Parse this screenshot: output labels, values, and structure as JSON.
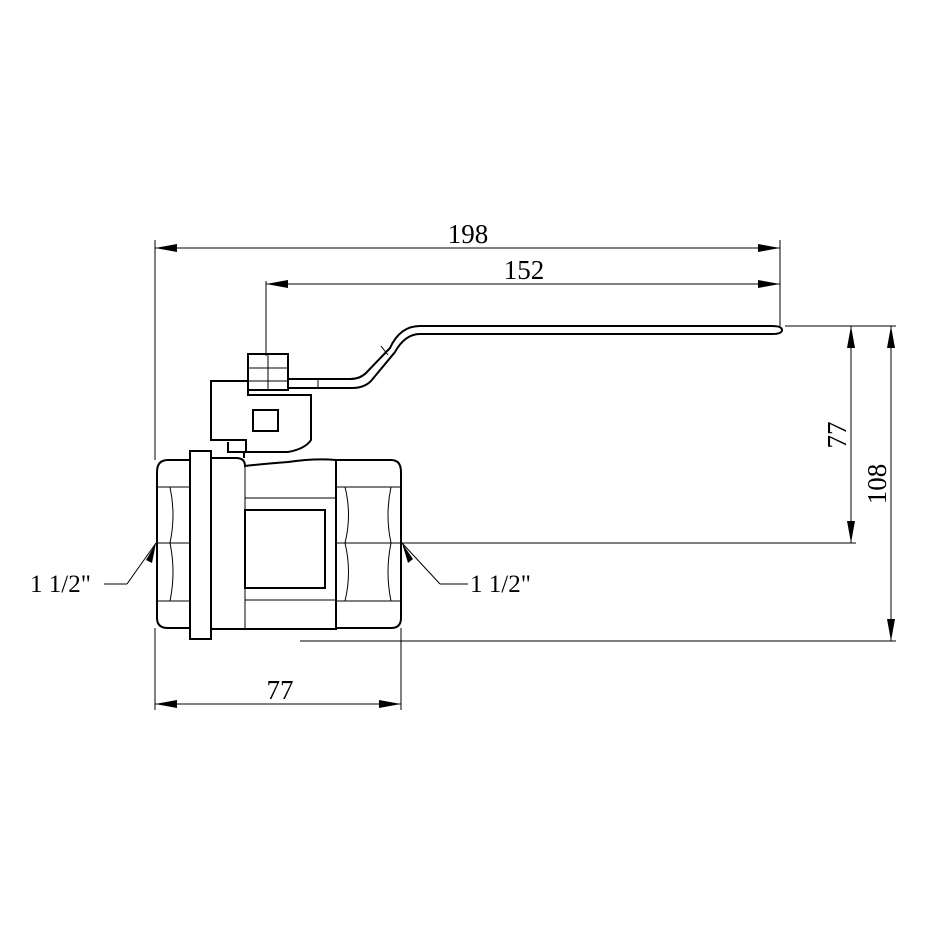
{
  "dimensions": {
    "overall_length": "198",
    "handle_length": "152",
    "handle_height": "77",
    "total_height": "108",
    "body_length": "77"
  },
  "threads": {
    "left": "1 1/2\"",
    "right": "1 1/2\""
  }
}
